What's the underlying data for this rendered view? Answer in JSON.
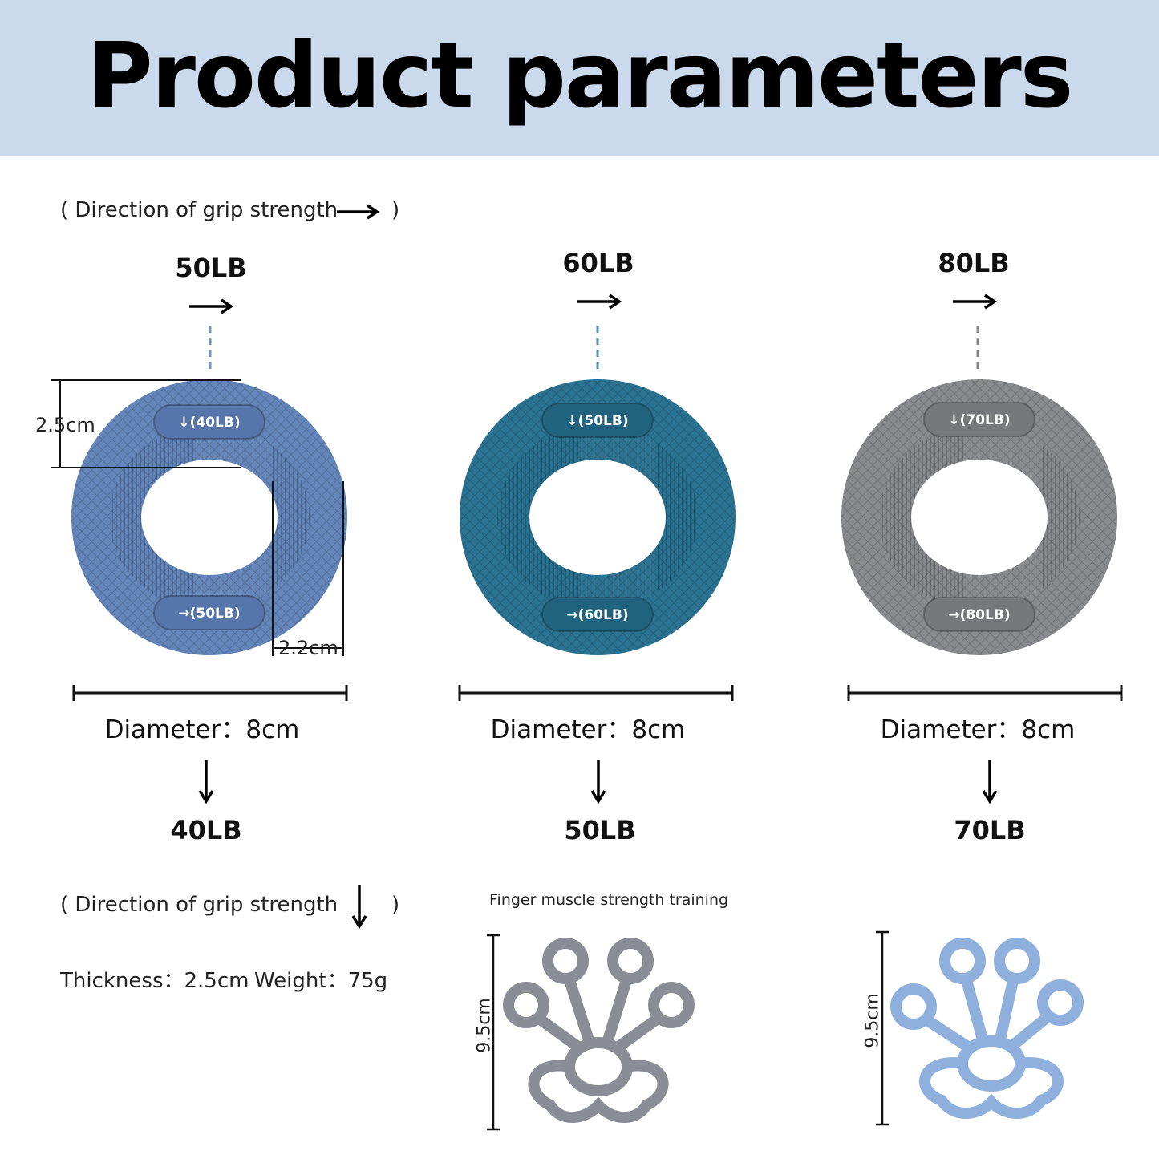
{
  "header": {
    "title": "Product parameters",
    "background": "#cad9ec"
  },
  "direction_notes": {
    "top": {
      "text": "( Direction of grip strength",
      "arrow": "right-arrow-icon",
      "close": ")"
    },
    "bottom": {
      "text": "( Direction of grip strength",
      "arrow": "down-arrow-icon",
      "close": ")"
    }
  },
  "products": [
    {
      "color": "#6486bb",
      "shade": "#5676ab",
      "dash_color": "#6f97c2",
      "top_label": "50LB",
      "ring_top_text": "↓(40LB)",
      "ring_bottom_text": "→(50LB)",
      "diameter_text": "Diameter：8cm",
      "bottom_label": "40LB"
    },
    {
      "color": "#2b7393",
      "shade": "#21637f",
      "dash_color": "#4f8faa",
      "top_label": "60LB",
      "ring_top_text": "↓(50LB)",
      "ring_bottom_text": "→(60LB)",
      "diameter_text": "Diameter：8cm",
      "bottom_label": "50LB"
    },
    {
      "color": "#8a8b8e",
      "shade": "#77787b",
      "dash_color": "#858585",
      "top_label": "80LB",
      "ring_top_text": "↓(70LB)",
      "ring_bottom_text": "→(80LB)",
      "diameter_text": "Diameter：8cm",
      "bottom_label": "70LB"
    }
  ],
  "dimensions": {
    "height": "2.5cm",
    "width": "2.2cm"
  },
  "specs": {
    "thickness": "Thickness：2.5cm",
    "weight": "Weight：75g"
  },
  "finger_trainers": {
    "caption": "Finger muscle strength training",
    "items": [
      {
        "color": "#8a8d96",
        "height_label": "9.5cm"
      },
      {
        "color": "#8fb0dd",
        "height_label": "9.5cm"
      }
    ]
  }
}
